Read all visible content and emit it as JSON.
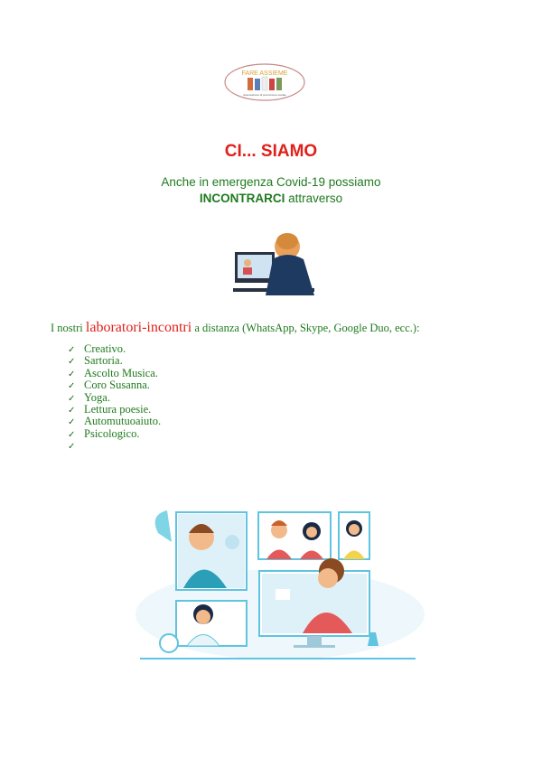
{
  "logo": {
    "name": "FARE ASSIEME",
    "subtitle": "Associazione di promozione sociale"
  },
  "title": "CI... SIAMO",
  "subtitle": {
    "line1": "Anche in emergenza Covid-19 possiamo",
    "bold": "INCONTRARCI",
    "rest": "attraverso"
  },
  "intro": {
    "prefix": "I nostri",
    "highlight": "laboratori-incontri",
    "suffix": "a distanza (WhatsApp, Skype, Google Duo, ecc.):"
  },
  "list": [
    "Creativo.",
    "Sartoria.",
    "Ascolto Musica.",
    "Coro Susanna.",
    "Yoga.",
    "Lettura poesie.",
    "Automutuoaiuto.",
    "Psicologico.",
    ""
  ],
  "colors": {
    "title": "#e0201b",
    "text": "#1f7a1f",
    "accent": "#5fc4e0"
  }
}
